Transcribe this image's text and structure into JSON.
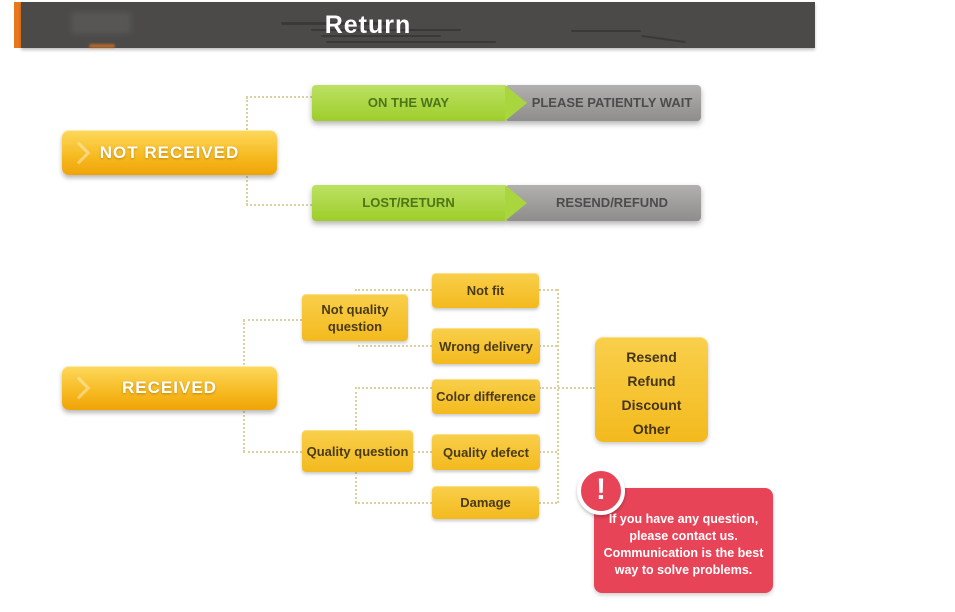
{
  "header": {
    "title": "Return",
    "bar_color": "#4b4a48",
    "accent_color": "#e8781e"
  },
  "flow": {
    "not_received": {
      "label": "NOT RECEIVED",
      "branches": [
        {
          "cause": "ON THE WAY",
          "action": "PLEASE PATIENTLY WAIT"
        },
        {
          "cause": "LOST/RETURN",
          "action": "RESEND/REFUND"
        }
      ]
    },
    "received": {
      "label": "RECEIVED",
      "categories": [
        {
          "label": "Not quality question",
          "line1": "Not quality",
          "line2": "question",
          "reasons": [
            "Not fit",
            "Wrong delivery"
          ]
        },
        {
          "label": "Quality question",
          "reasons": [
            "Color difference",
            "Quality defect",
            "Damage"
          ]
        }
      ],
      "outcomes": [
        "Resend",
        "Refund",
        "Discount",
        "Other"
      ]
    },
    "note": {
      "icon_glyph": "!",
      "lines": [
        "If you have any question,",
        "please contact us.",
        "Communication is the best",
        "way to solve problems."
      ]
    },
    "colors": {
      "node_yellow": "#f6bd22",
      "cause_green": "#a9d63e",
      "action_gray": "#9a9997",
      "note_red": "#e74458",
      "connector_dotted": "#ddd0a0"
    }
  }
}
